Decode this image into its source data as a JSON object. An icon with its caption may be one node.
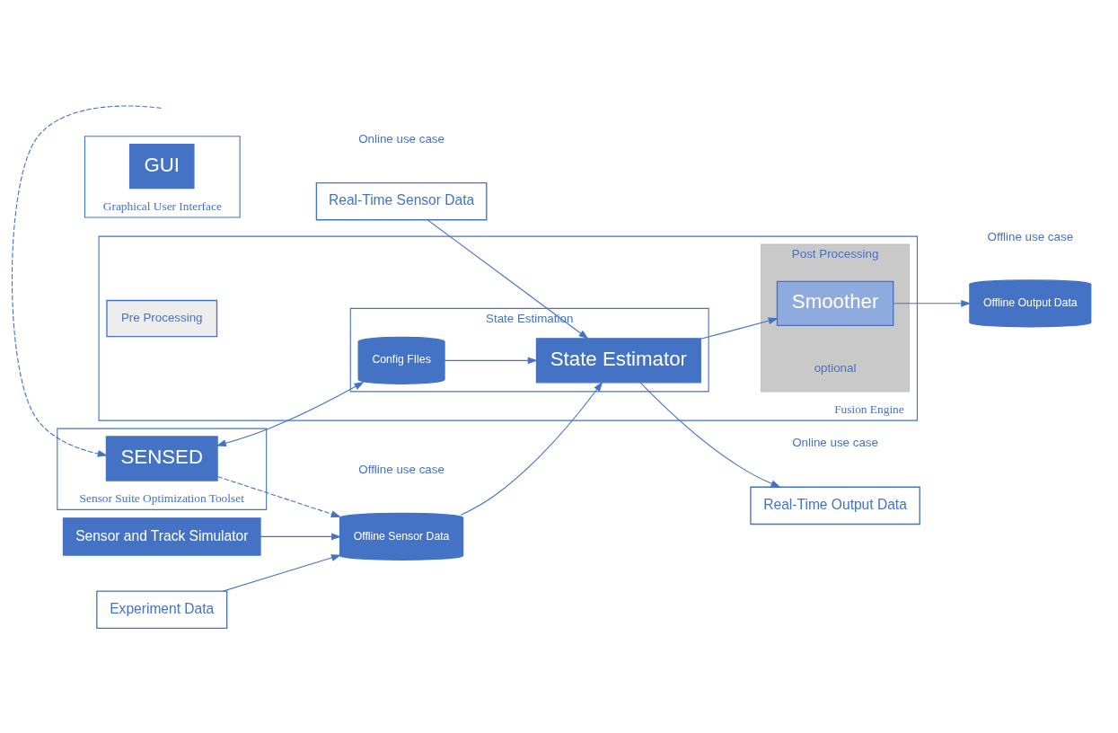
{
  "diagram": {
    "nodes": [
      {
        "text": [
          "Graphical User Interface"
        ]
      },
      {
        "text": [
          "GUI"
        ],
        "in": 0
      },
      {
        "text": [
          "Fusion Engine"
        ]
      },
      {
        "text": [
          "Pre Processing"
        ],
        "in": 2
      },
      {
        "text": [
          "State Estimation"
        ],
        "in": 2
      },
      {
        "text": [
          "Post Processing"
        ],
        "in": 2
      },
      {
        "text": [
          "State Estimator"
        ],
        "in": 4
      },
      {
        "text": [
          "Config FIles"
        ],
        "in": 4
      },
      {
        "text": [
          "Smoother"
        ],
        "in": 5,
        "beside": [
          "optional"
        ]
      },
      {
        "text": [
          "Real-Time Sensor Data"
        ],
        "beside": [
          "Online use case"
        ]
      },
      {
        "text": [
          "Sensor and Track Simulator"
        ]
      },
      {
        "text": [
          "Offline Sensor Data"
        ],
        "beside": [
          "Offline use case"
        ]
      },
      {
        "text": [
          "Experiment Data"
        ]
      },
      {
        "text": [
          "Real-Time Output Data"
        ],
        "beside": [
          "Online use case"
        ]
      },
      {
        "text": [
          "Offline Output Data"
        ],
        "beside": [
          "Offline use case"
        ]
      },
      {
        "text": [
          "Sensor Suite Optimization Toolset"
        ]
      },
      {
        "text": [
          "SENSED"
        ],
        "in": 15
      }
    ],
    "edges": [
      {
        "from": 9,
        "to": 6,
        "arrow": "to"
      },
      {
        "from": 11,
        "to": 6,
        "arrow": "to"
      },
      {
        "from": 6,
        "to": 13,
        "arrow": "to"
      },
      {
        "from": 6,
        "to": 8,
        "arrow": "to"
      },
      {
        "from": 8,
        "to": 14,
        "arrow": "to"
      },
      {
        "from": 7,
        "to": 6,
        "arrow": "to"
      },
      {
        "from": 10,
        "to": 11,
        "arrow": "to"
      },
      {
        "from": 12,
        "to": 11,
        "arrow": "to"
      },
      {
        "from": 16,
        "to": 7,
        "arrow": "both"
      },
      {
        "from": 16,
        "to": 11,
        "arrow": "to",
        "style": "dashed"
      },
      {
        "from": null,
        "to": 16,
        "arrow": "to",
        "style": "dashed"
      }
    ]
  }
}
